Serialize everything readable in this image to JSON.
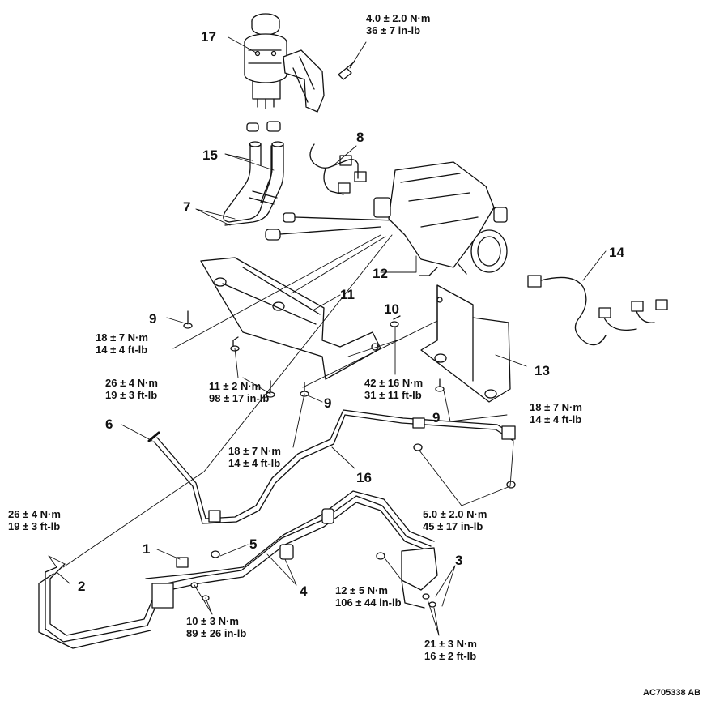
{
  "callouts": {
    "c1": "1",
    "c2": "2",
    "c3": "3",
    "c4": "4",
    "c5": "5",
    "c6": "6",
    "c7": "7",
    "c8": "8",
    "c9a": "9",
    "c9b": "9",
    "c9c": "9",
    "c10": "10",
    "c11": "11",
    "c12": "12",
    "c13": "13",
    "c14": "14",
    "c15": "15",
    "c16": "16",
    "c17": "17"
  },
  "torques": {
    "t_top": [
      "4.0 ± 2.0 N·m",
      "36 ± 7 in-lb"
    ],
    "t_9a": [
      "18 ± 7 N·m",
      "14 ± 4 ft-lb"
    ],
    "t_6": [
      "26 ± 4 N·m",
      "19 ± 3 ft-lb"
    ],
    "t_11": [
      "11 ± 2 N·m",
      "98 ± 17 in-lb"
    ],
    "t_10": [
      "42 ± 16 N·m",
      "31 ± 11 ft-lb"
    ],
    "t_9c": [
      "18 ± 7 N·m",
      "14 ± 4 ft-lb"
    ],
    "t_9b": [
      "18 ± 7 N·m",
      "14 ± 4 ft-lb"
    ],
    "t_16": [
      "5.0 ± 2.0 N·m",
      "45 ± 17 in-lb"
    ],
    "t_2": [
      "26 ± 4 N·m",
      "19 ± 3 ft-lb"
    ],
    "t_3a": [
      "12 ± 5 N·m",
      "106 ± 44 in-lb"
    ],
    "t_1": [
      "10 ± 3 N·m",
      "89 ± 26 in-lb"
    ],
    "t_3b": [
      "21 ± 3 N·m",
      "16 ± 2 ft-lb"
    ]
  },
  "figure_code": "AC705338 AB"
}
